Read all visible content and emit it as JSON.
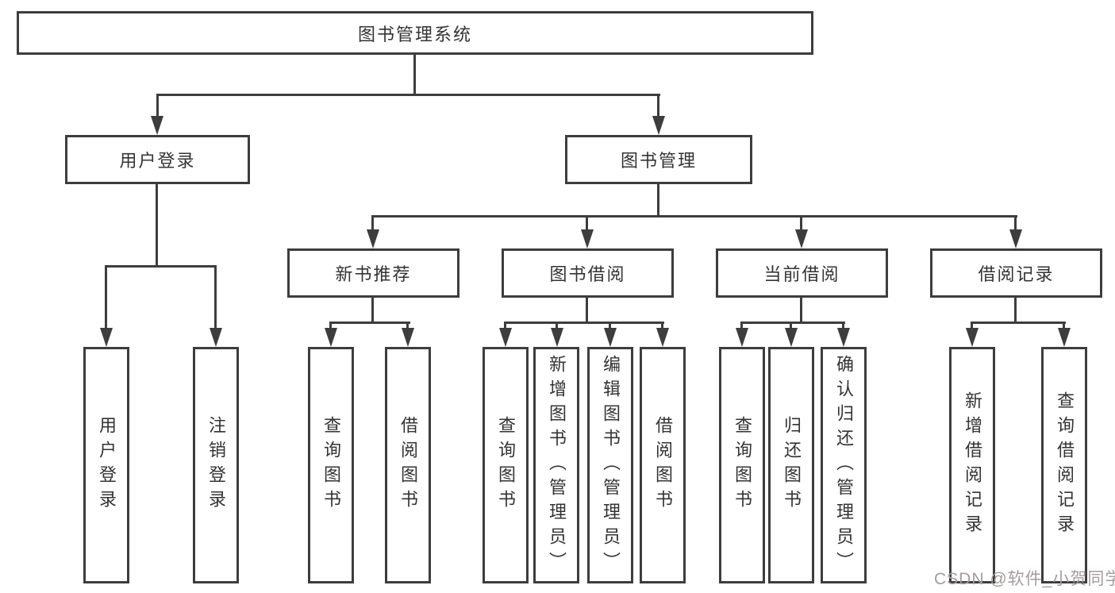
{
  "tree": {
    "root": "图书管理系统",
    "level2": [
      "用户登录",
      "图书管理"
    ],
    "level3": [
      "新书推荐",
      "图书借阅",
      "当前借阅",
      "借阅记录"
    ],
    "leaves_user": [
      "用户登录",
      "注销登录"
    ],
    "leaves_newbook": [
      "查询图书",
      "借阅图书"
    ],
    "leaves_borrow": [
      "查询图书",
      "新增图书（管理员）",
      "编辑图书（管理员）",
      "借阅图书"
    ],
    "leaves_current": [
      "查询图书",
      "归还图书",
      "确认归还（管理员）"
    ],
    "leaves_record": [
      "新增借阅记录",
      "查询借阅记录"
    ]
  },
  "watermark": "CSDN @软件_小贺同学",
  "colors": {
    "line": "#3d3d3d",
    "box_border": "#3d3d3d",
    "box_fill": "#ffffff",
    "label_text": "#333333",
    "watermark_text": "#a59c9c",
    "background": "#ffffff"
  }
}
